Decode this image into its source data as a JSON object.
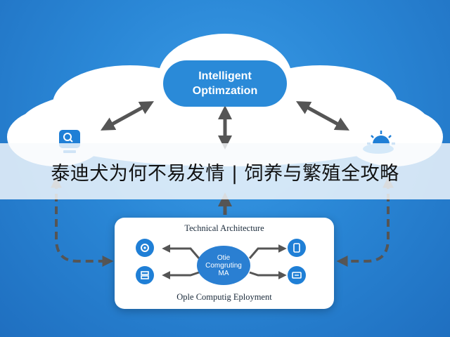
{
  "cloud": {
    "title_line1": "Intelligent",
    "title_line2": "Optimzation"
  },
  "banner": {
    "text": "泰迪犬为何不易发情 | 饲养与繁殖全攻略"
  },
  "panel": {
    "title": "Technical Architecture",
    "hub_line1": "Otie",
    "hub_line2": "Comgruting",
    "hub_line3": "MA",
    "footer": "Ople Computig Eployment"
  },
  "icons": {
    "left_device": "search-device-icon",
    "right_weather": "sun-cloud-icon",
    "node_top_left": "gear-chart-icon",
    "node_bottom_left": "server-icon",
    "node_top_right": "tablet-icon",
    "node_bottom_right": "card-icon"
  },
  "colors": {
    "background": "#2a87d6",
    "cloud": "#ffffff",
    "accent": "#1f7fd6",
    "arrow": "#555555",
    "banner": "#f8fafc"
  }
}
